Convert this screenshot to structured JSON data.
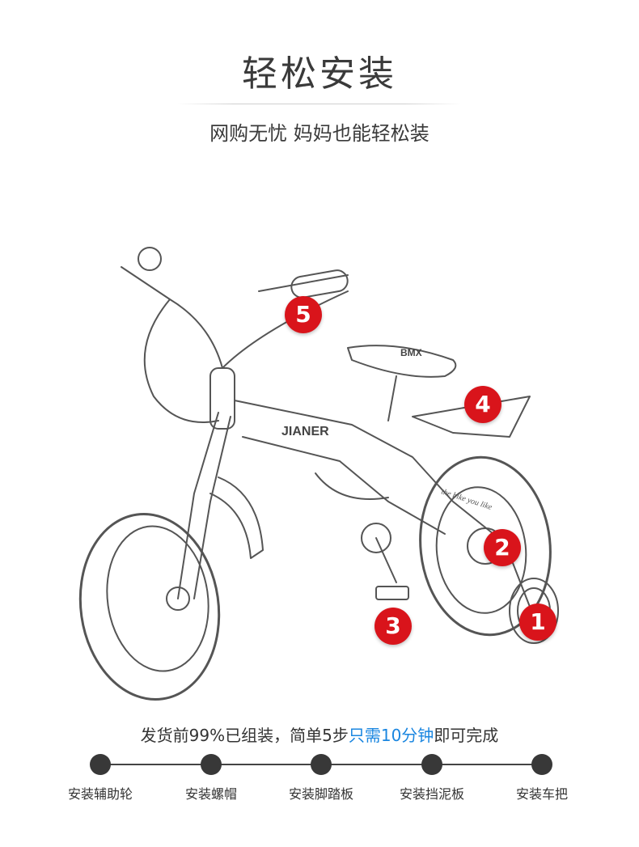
{
  "header": {
    "title": "轻松安装",
    "subtitle": "网购无忧 妈妈也能轻松装"
  },
  "illustration": {
    "brand_frame": "JIANER",
    "brand_saddle": "BMX",
    "frame_script": "the bike you like",
    "markers": [
      "5",
      "4",
      "2",
      "3",
      "1"
    ]
  },
  "tagline": {
    "prefix": "发货前99%已组装，简单5步",
    "highlight": "只需10分钟",
    "suffix": "即可完成",
    "highlight_color": "#1a86e0"
  },
  "steps": [
    {
      "label": "安装辅助轮"
    },
    {
      "label": "安装螺帽"
    },
    {
      "label": "安装脚踏板"
    },
    {
      "label": "安装挡泥板"
    },
    {
      "label": "安装车把"
    }
  ],
  "colors": {
    "marker": "#d9141b",
    "step_dot": "#383838"
  }
}
